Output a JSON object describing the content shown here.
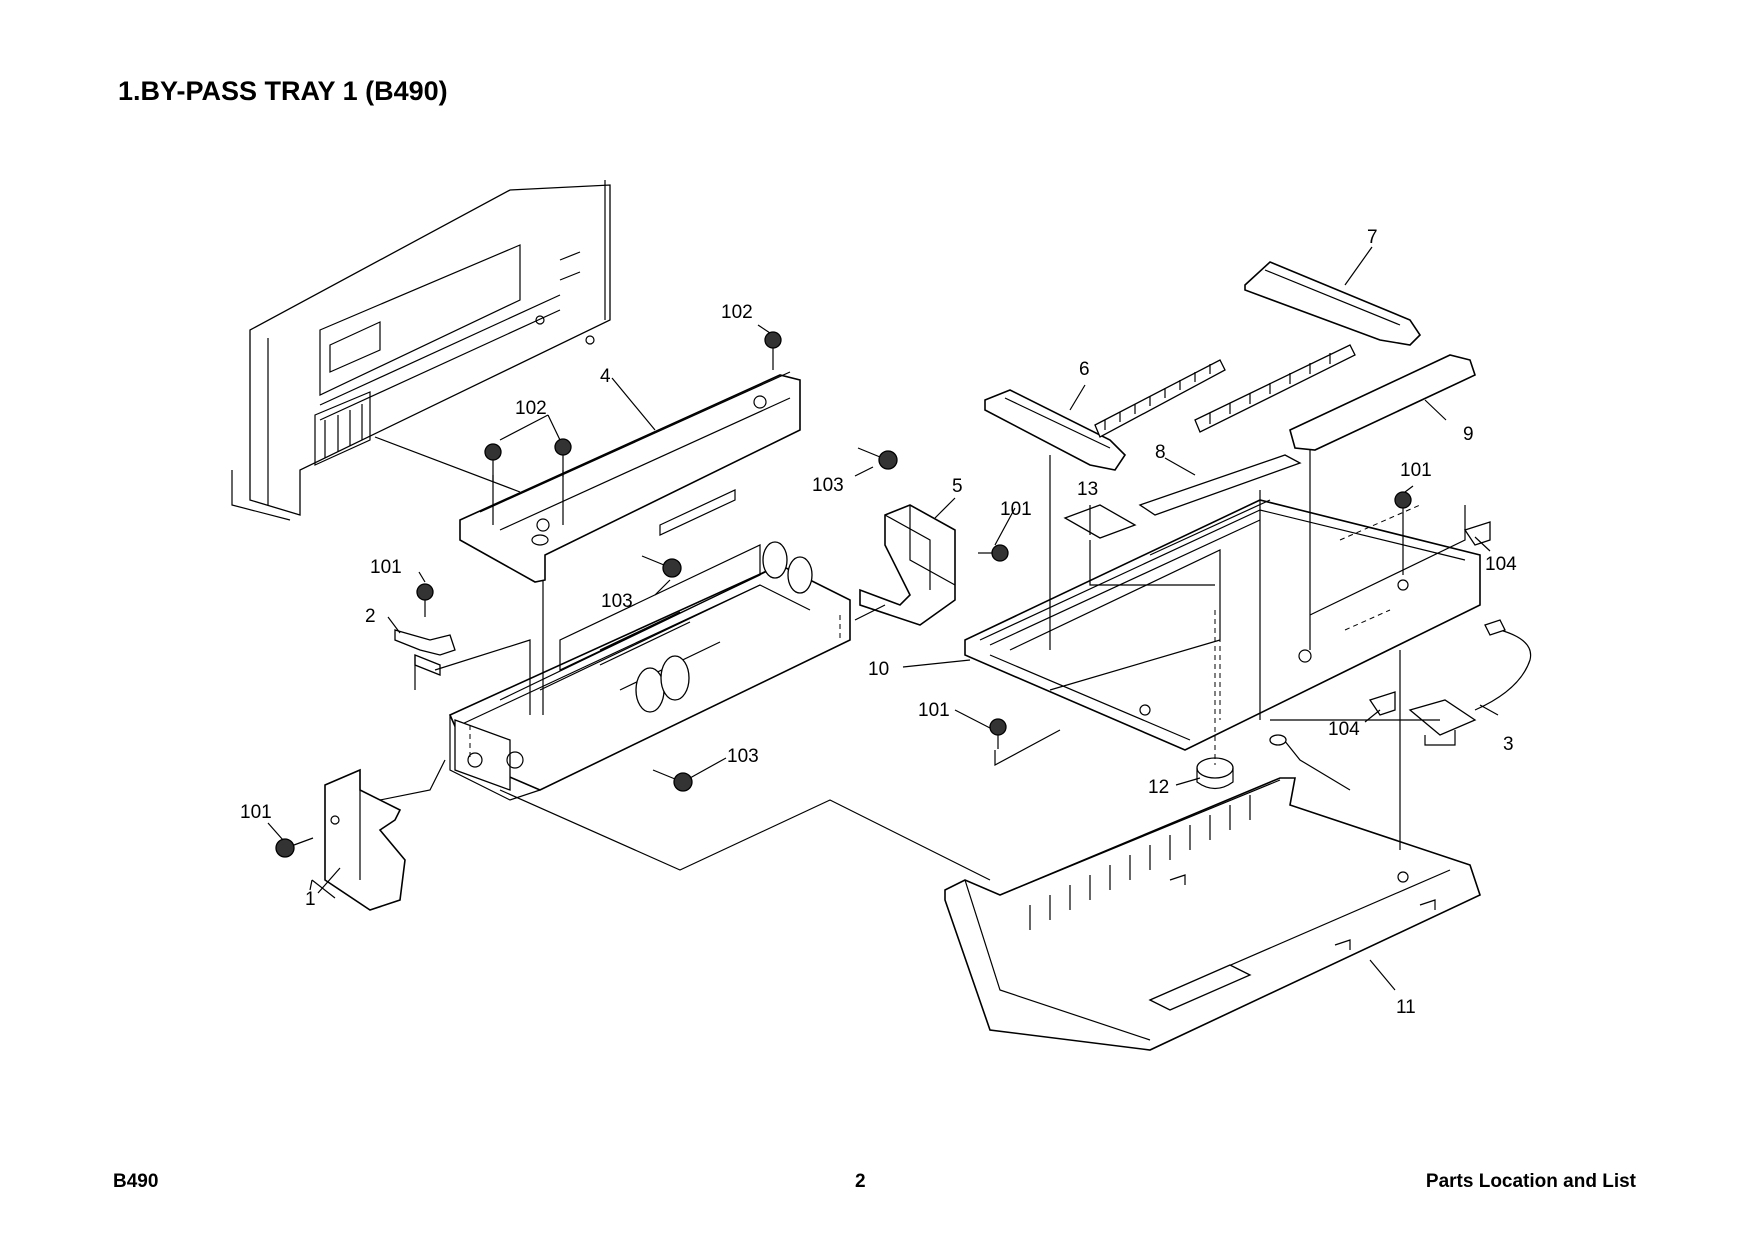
{
  "page": {
    "title": "1.BY-PASS TRAY 1 (B490)",
    "footer_left": "B490",
    "footer_center": "2",
    "footer_right": "Parts Location and List"
  },
  "callouts": {
    "c1": "1",
    "c2": "2",
    "c3": "3",
    "c4": "4",
    "c5": "5",
    "c6": "6",
    "c7": "7",
    "c8": "8",
    "c9": "9",
    "c10": "10",
    "c11": "11",
    "c12": "12",
    "c13": "13",
    "c101a": "101",
    "c101b": "101",
    "c101c": "101",
    "c101d": "101",
    "c101e": "101",
    "c102a": "102",
    "c102b": "102",
    "c103a": "103",
    "c103b": "103",
    "c103c": "103",
    "c104a": "104",
    "c104b": "104"
  }
}
